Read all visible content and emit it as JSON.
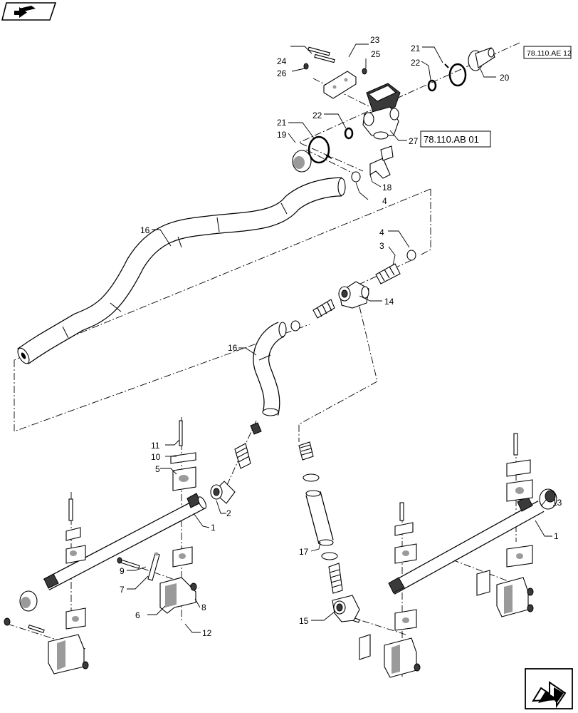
{
  "callouts": {
    "c1a": "1",
    "c1b": "1",
    "c2": "2",
    "c3": "3",
    "c4a": "4",
    "c4b": "4",
    "c5": "5",
    "c6": "6",
    "c7": "7",
    "c8": "8",
    "c9": "9",
    "c10": "10",
    "c11": "11",
    "c12": "12",
    "c13": "13",
    "c14": "14",
    "c15": "15",
    "c16a": "16",
    "c16b": "16",
    "c17": "17",
    "c18": "18",
    "c19": "19",
    "c20": "20",
    "c21a": "21",
    "c21b": "21",
    "c22a": "22",
    "c22b": "22",
    "c23": "23",
    "c24": "24",
    "c25": "25",
    "c26": "26",
    "c27": "27"
  },
  "refs": {
    "ref_ae": "78.110.AE 12",
    "ref_ab": "78.110.AB 01"
  },
  "icons": {
    "top_left": "book-arrow-icon",
    "bottom_right": "next-page-arrow-icon"
  }
}
